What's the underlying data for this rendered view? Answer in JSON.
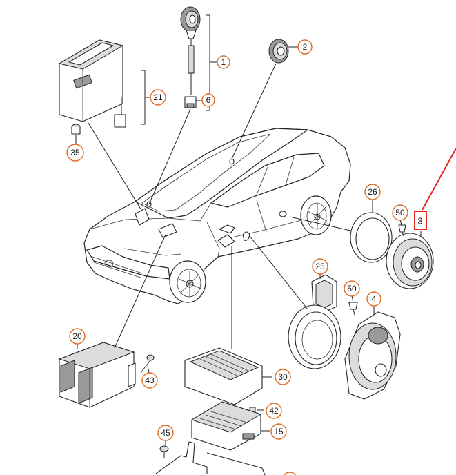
{
  "callouts": {
    "c1": "1",
    "c2": "2",
    "c3": "3",
    "c4": "4",
    "c6": "6",
    "c15": "15",
    "c20": "20",
    "c21": "21",
    "c25": "25",
    "c26": "26",
    "c30": "30",
    "c35": "35",
    "c42": "42",
    "c43": "43",
    "c45": "45",
    "c50a": "50",
    "c50b": "50"
  },
  "colors": {
    "callout_ring": "#e06a1f",
    "highlight": "#e3261c",
    "line": "#222222",
    "background": "#ffffff"
  }
}
